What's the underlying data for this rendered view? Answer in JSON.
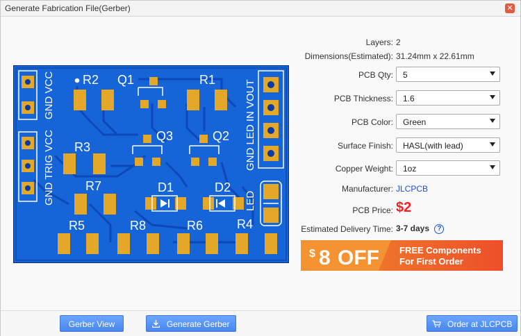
{
  "window": {
    "title": "Generate Fabrication File(Gerber)"
  },
  "pcb_labels": {
    "r2": "R2",
    "q1": "Q1",
    "r1": "R1",
    "r3": "R3",
    "q3": "Q3",
    "q2": "Q2",
    "r7": "R7",
    "d1": "D1",
    "d2": "D2",
    "r5": "R5",
    "r8": "R8",
    "r6": "R6",
    "r4": "R4",
    "left_top": "GND VCC",
    "left_bottom": "GND TRIG VCC",
    "right": "GND LED IN VOUT",
    "led": "LED"
  },
  "specs": {
    "layers": {
      "label": "Layers:",
      "value": "2"
    },
    "dimensions": {
      "label": "Dimensions(Estimated):",
      "value": "31.24mm x 22.61mm"
    },
    "qty": {
      "label": "PCB Qty:",
      "value": "5"
    },
    "thickness": {
      "label": "PCB Thickness:",
      "value": "1.6"
    },
    "color": {
      "label": "PCB Color:",
      "value": "Green"
    },
    "finish": {
      "label": "Surface Finish:",
      "value": "HASL(with lead)"
    },
    "copper": {
      "label": "Copper Weight:",
      "value": "1oz"
    },
    "manufacturer": {
      "label": "Manufacturer:",
      "value": "JLCPCB"
    },
    "price": {
      "label": "PCB Price:",
      "value": "$2"
    },
    "delivery": {
      "label": "Estimated Delivery Time:",
      "value": "3-7 days",
      "help": "?"
    }
  },
  "promo": {
    "dollar": "$",
    "amount": "8",
    "off": "OFF",
    "line1": "FREE Components",
    "line2": "For First Order"
  },
  "buttons": {
    "gerber_view": "Gerber View",
    "generate": "Generate Gerber",
    "order": "Order at JLCPCB"
  },
  "colors": {
    "board": "#1565d8",
    "pad": "#e3a72a",
    "accent": "#4a86ee",
    "promo": "#f36a24",
    "price": "#e22222"
  }
}
